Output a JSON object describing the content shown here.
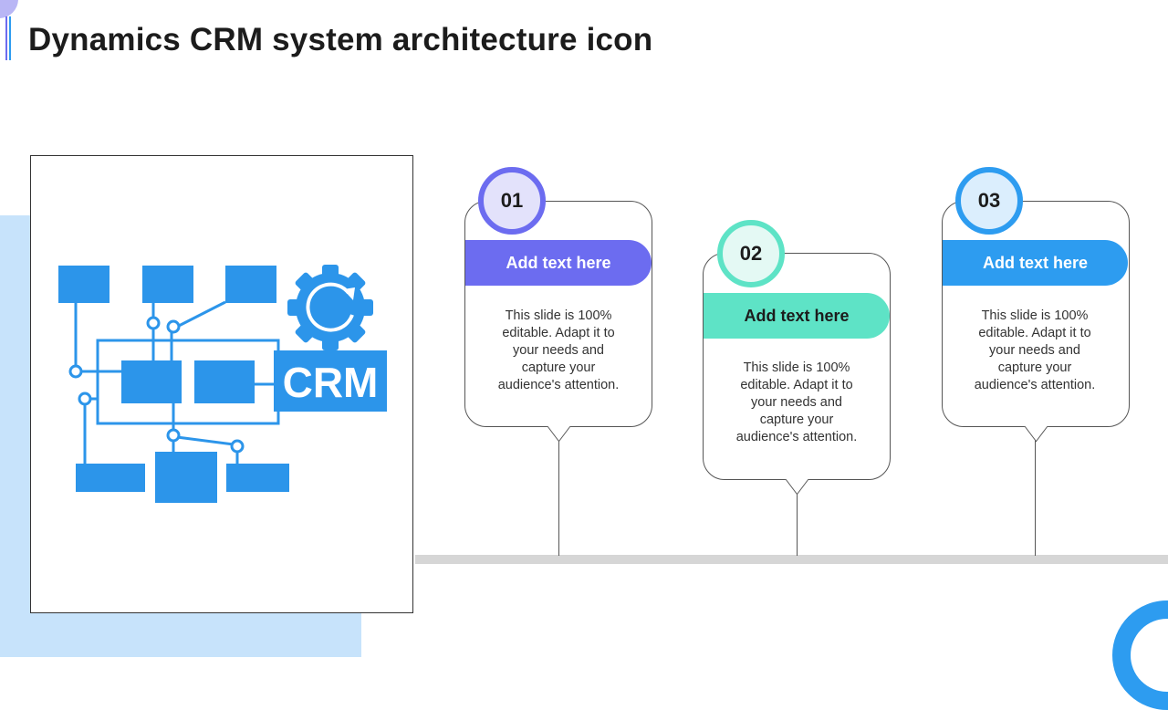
{
  "slide": {
    "title": "Dynamics CRM system architecture icon"
  },
  "colors": {
    "purple": "#6c6cf0",
    "teal": "#5ee3c6",
    "blue": "#2d9cf0",
    "icon_blue": "#2c95ea",
    "light_blue_bg": "#c7e3fb"
  },
  "icon": {
    "name": "crm-architecture-icon",
    "label": "CRM"
  },
  "steps": [
    {
      "number": "01",
      "heading": "Add text here",
      "body": "This slide is 100% editable. Adapt it to your needs and capture your audience's attention."
    },
    {
      "number": "02",
      "heading": "Add text here",
      "body": "This slide is 100% editable. Adapt it to your needs and capture your audience's attention."
    },
    {
      "number": "03",
      "heading": "Add text here",
      "body": "This slide is 100% editable. Adapt it to your needs and capture your audience's attention."
    }
  ]
}
